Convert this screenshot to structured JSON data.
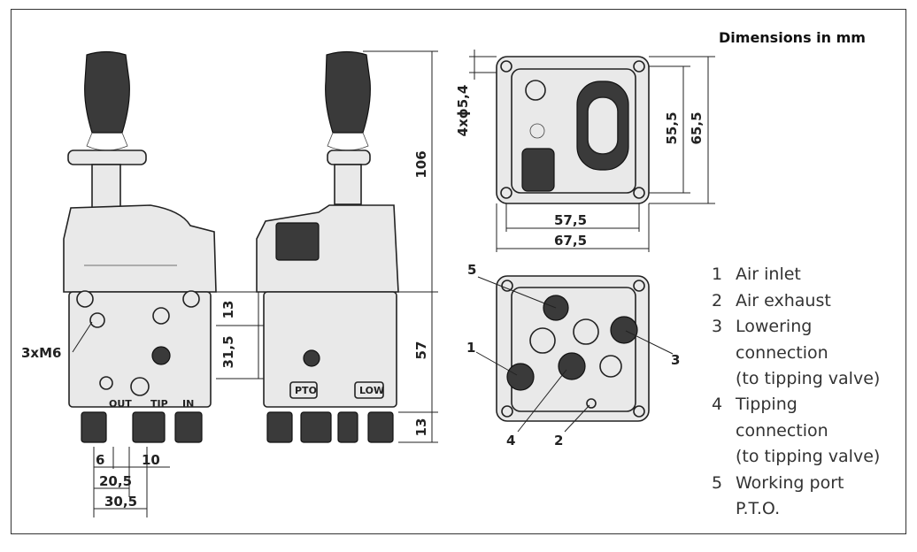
{
  "title": "Dimensions in mm",
  "front_view": {
    "thread_label": "3xM6",
    "ports": [
      "OUT",
      "TIP",
      "IN"
    ],
    "dims_horizontal": [
      "6",
      "10",
      "20,5",
      "30,5"
    ],
    "dims_vertical": [
      "13",
      "31,5"
    ]
  },
  "side_view": {
    "labels": [
      "PTO",
      "LOW"
    ],
    "dims_vertical": [
      "106",
      "57",
      "13"
    ]
  },
  "top_view": {
    "holes": "4xϕ5,4",
    "dims": [
      "55,5",
      "65,5",
      "57,5",
      "67,5"
    ]
  },
  "bottom_view": {
    "callouts": [
      "5",
      "1",
      "3",
      "4",
      "2"
    ]
  },
  "legend": [
    {
      "num": "1",
      "lines": [
        "Air inlet"
      ]
    },
    {
      "num": "2",
      "lines": [
        "Air exhaust"
      ]
    },
    {
      "num": "3",
      "lines": [
        "Lowering",
        "connection",
        "(to tipping valve)"
      ]
    },
    {
      "num": "4",
      "lines": [
        "Tipping",
        "connection",
        "(to tipping valve)"
      ]
    },
    {
      "num": "5",
      "lines": [
        "Working port",
        "P.T.O."
      ]
    }
  ],
  "colors": {
    "outline": "#222222",
    "body": "#e9e9e9",
    "dark": "#3a3a3a"
  }
}
